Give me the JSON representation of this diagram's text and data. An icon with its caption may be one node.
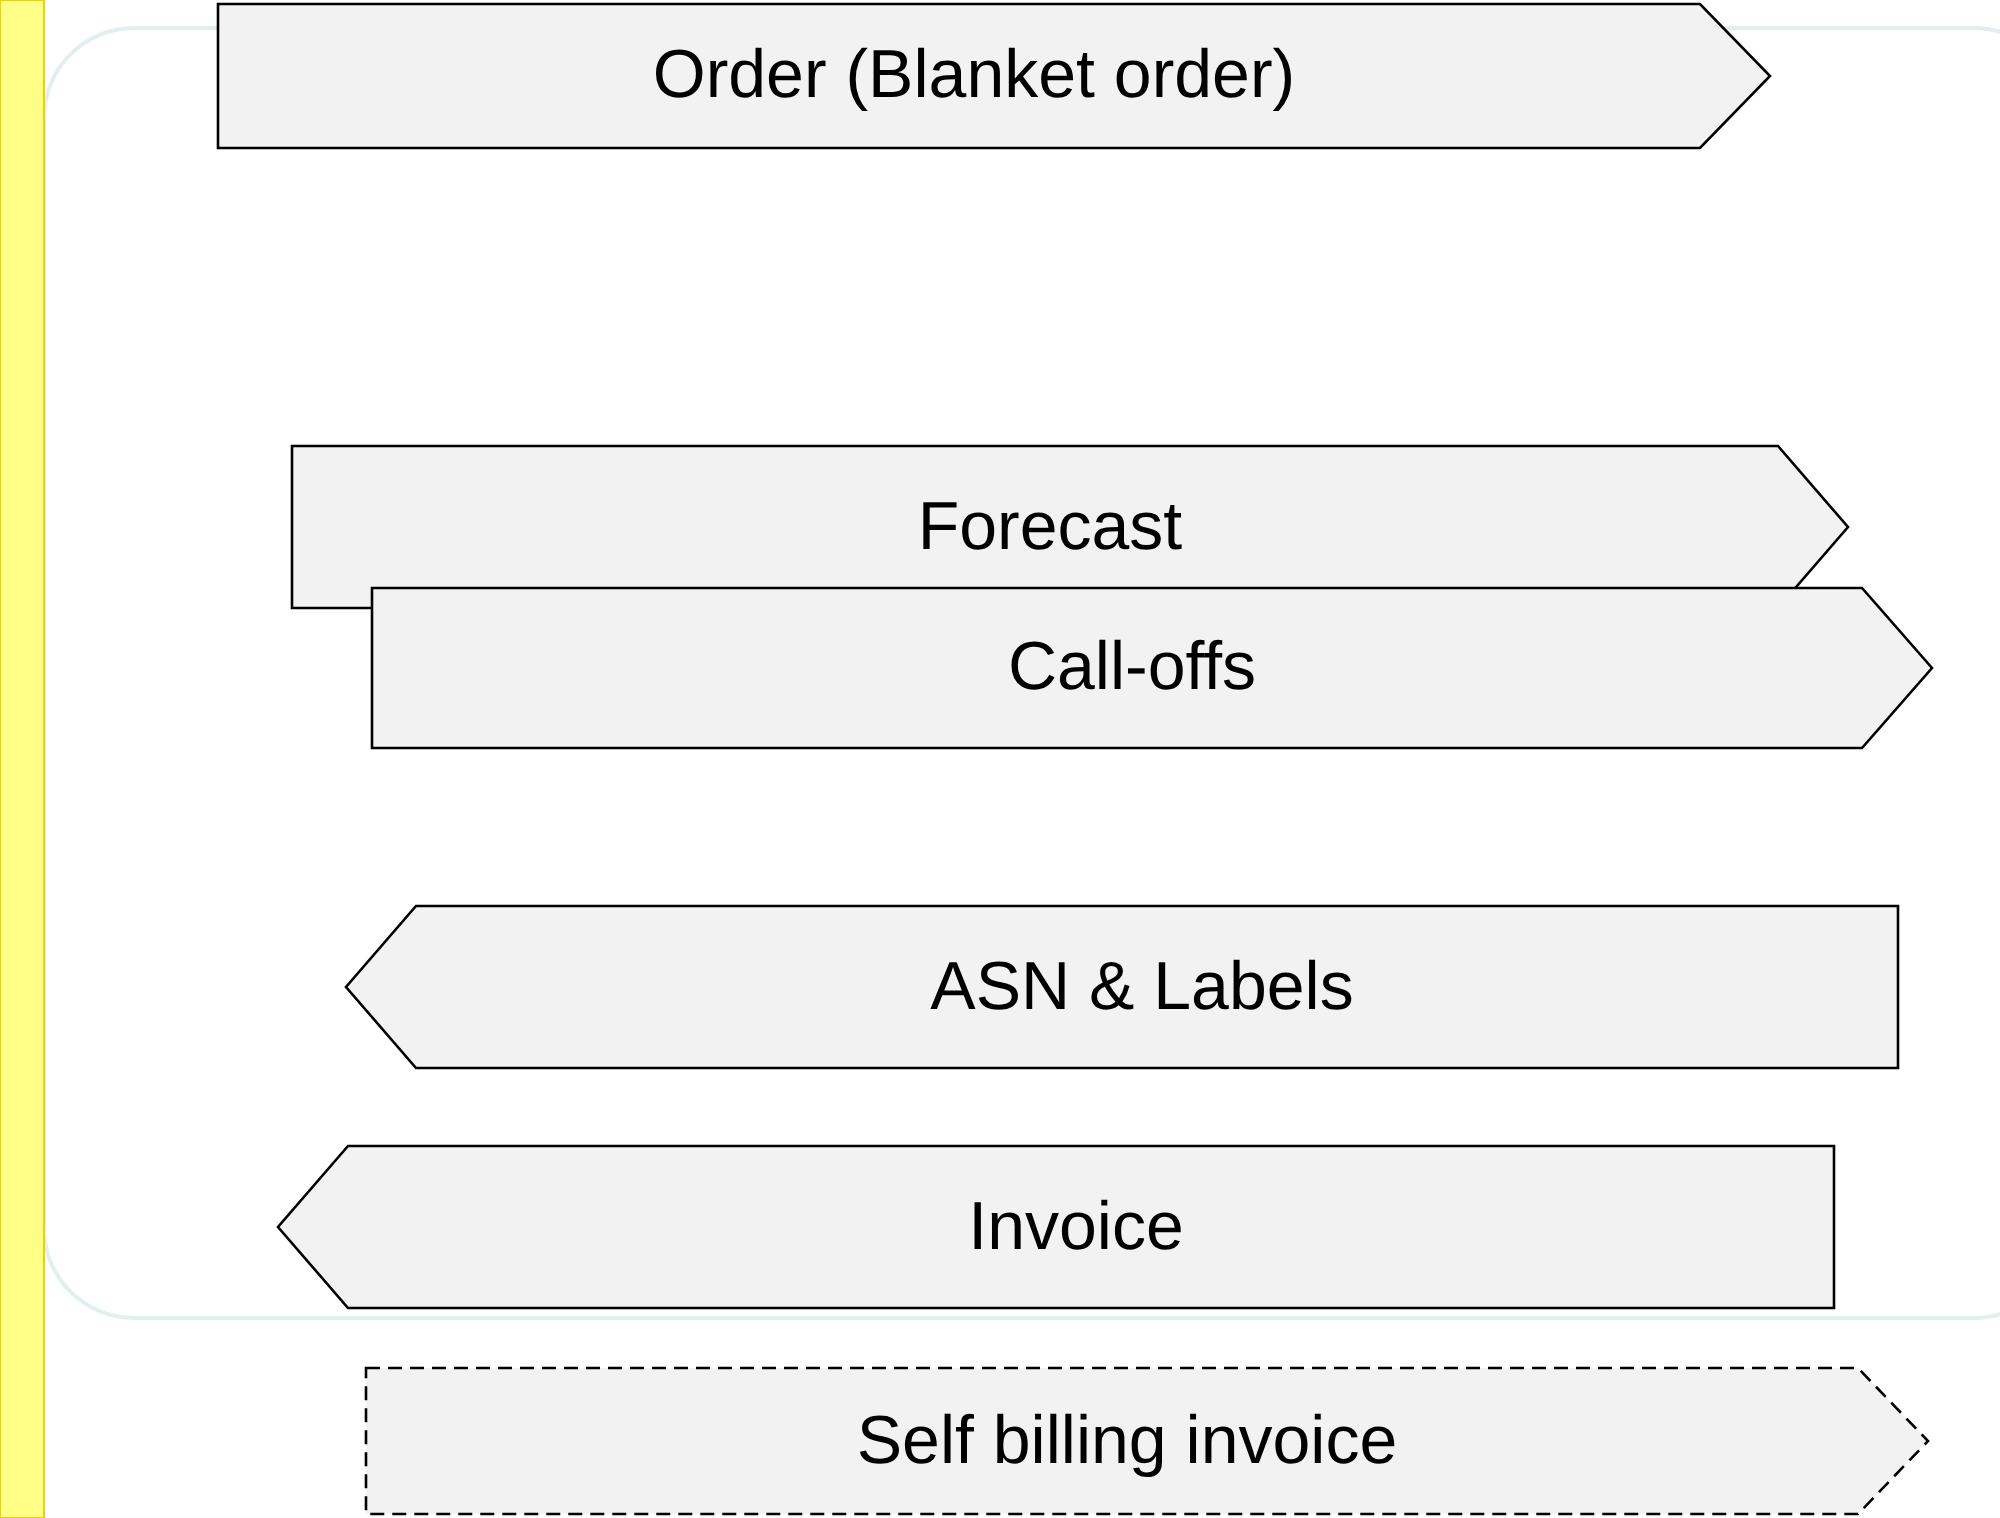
{
  "diagram": {
    "nodes": [
      {
        "text": [
          "Order (Blanket order)"
        ]
      },
      {
        "text": [
          "Forecast"
        ]
      },
      {
        "text": [
          "Call-offs"
        ]
      },
      {
        "text": [
          "ASN & Labels"
        ]
      },
      {
        "text": [
          "Invoice"
        ]
      },
      {
        "text": [
          "Self billing invoice"
        ]
      }
    ]
  }
}
